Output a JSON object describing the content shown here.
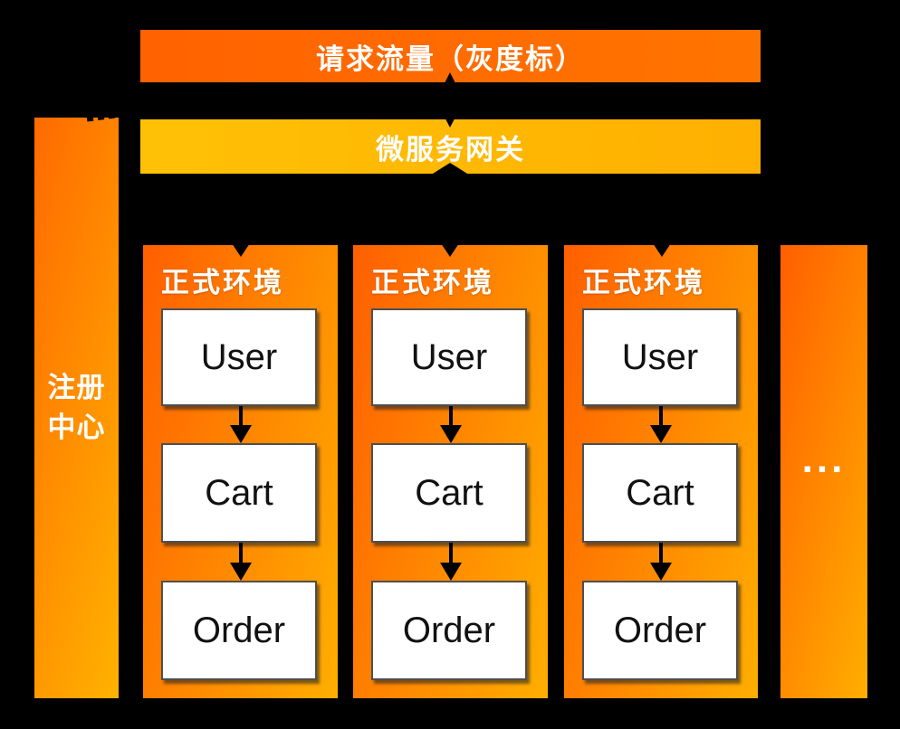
{
  "top_banner": {
    "label": "请求流量（灰度标）"
  },
  "gateway": {
    "label": "微服务网关"
  },
  "registry": {
    "label": "注册中心",
    "line1": "注册",
    "line2": "中心"
  },
  "columns": [
    {
      "title": "正式环境",
      "services": [
        "User",
        "Cart",
        "Order"
      ]
    },
    {
      "title": "正式环境",
      "services": [
        "User",
        "Cart",
        "Order"
      ]
    },
    {
      "title": "正式环境",
      "services": [
        "User",
        "Cart",
        "Order"
      ]
    }
  ],
  "more_column": {
    "label": "..."
  },
  "colors": {
    "background": "#000000",
    "top_banner": "#ff6600",
    "gateway": "#ffb300",
    "column_gradient_start": "#ff5f00",
    "column_gradient_end": "#ffae00",
    "box_background": "#ffffff",
    "box_border": "#4f4f4f",
    "text_on_orange": "#ffffff",
    "box_text": "#111111",
    "arrow": "#000000"
  }
}
